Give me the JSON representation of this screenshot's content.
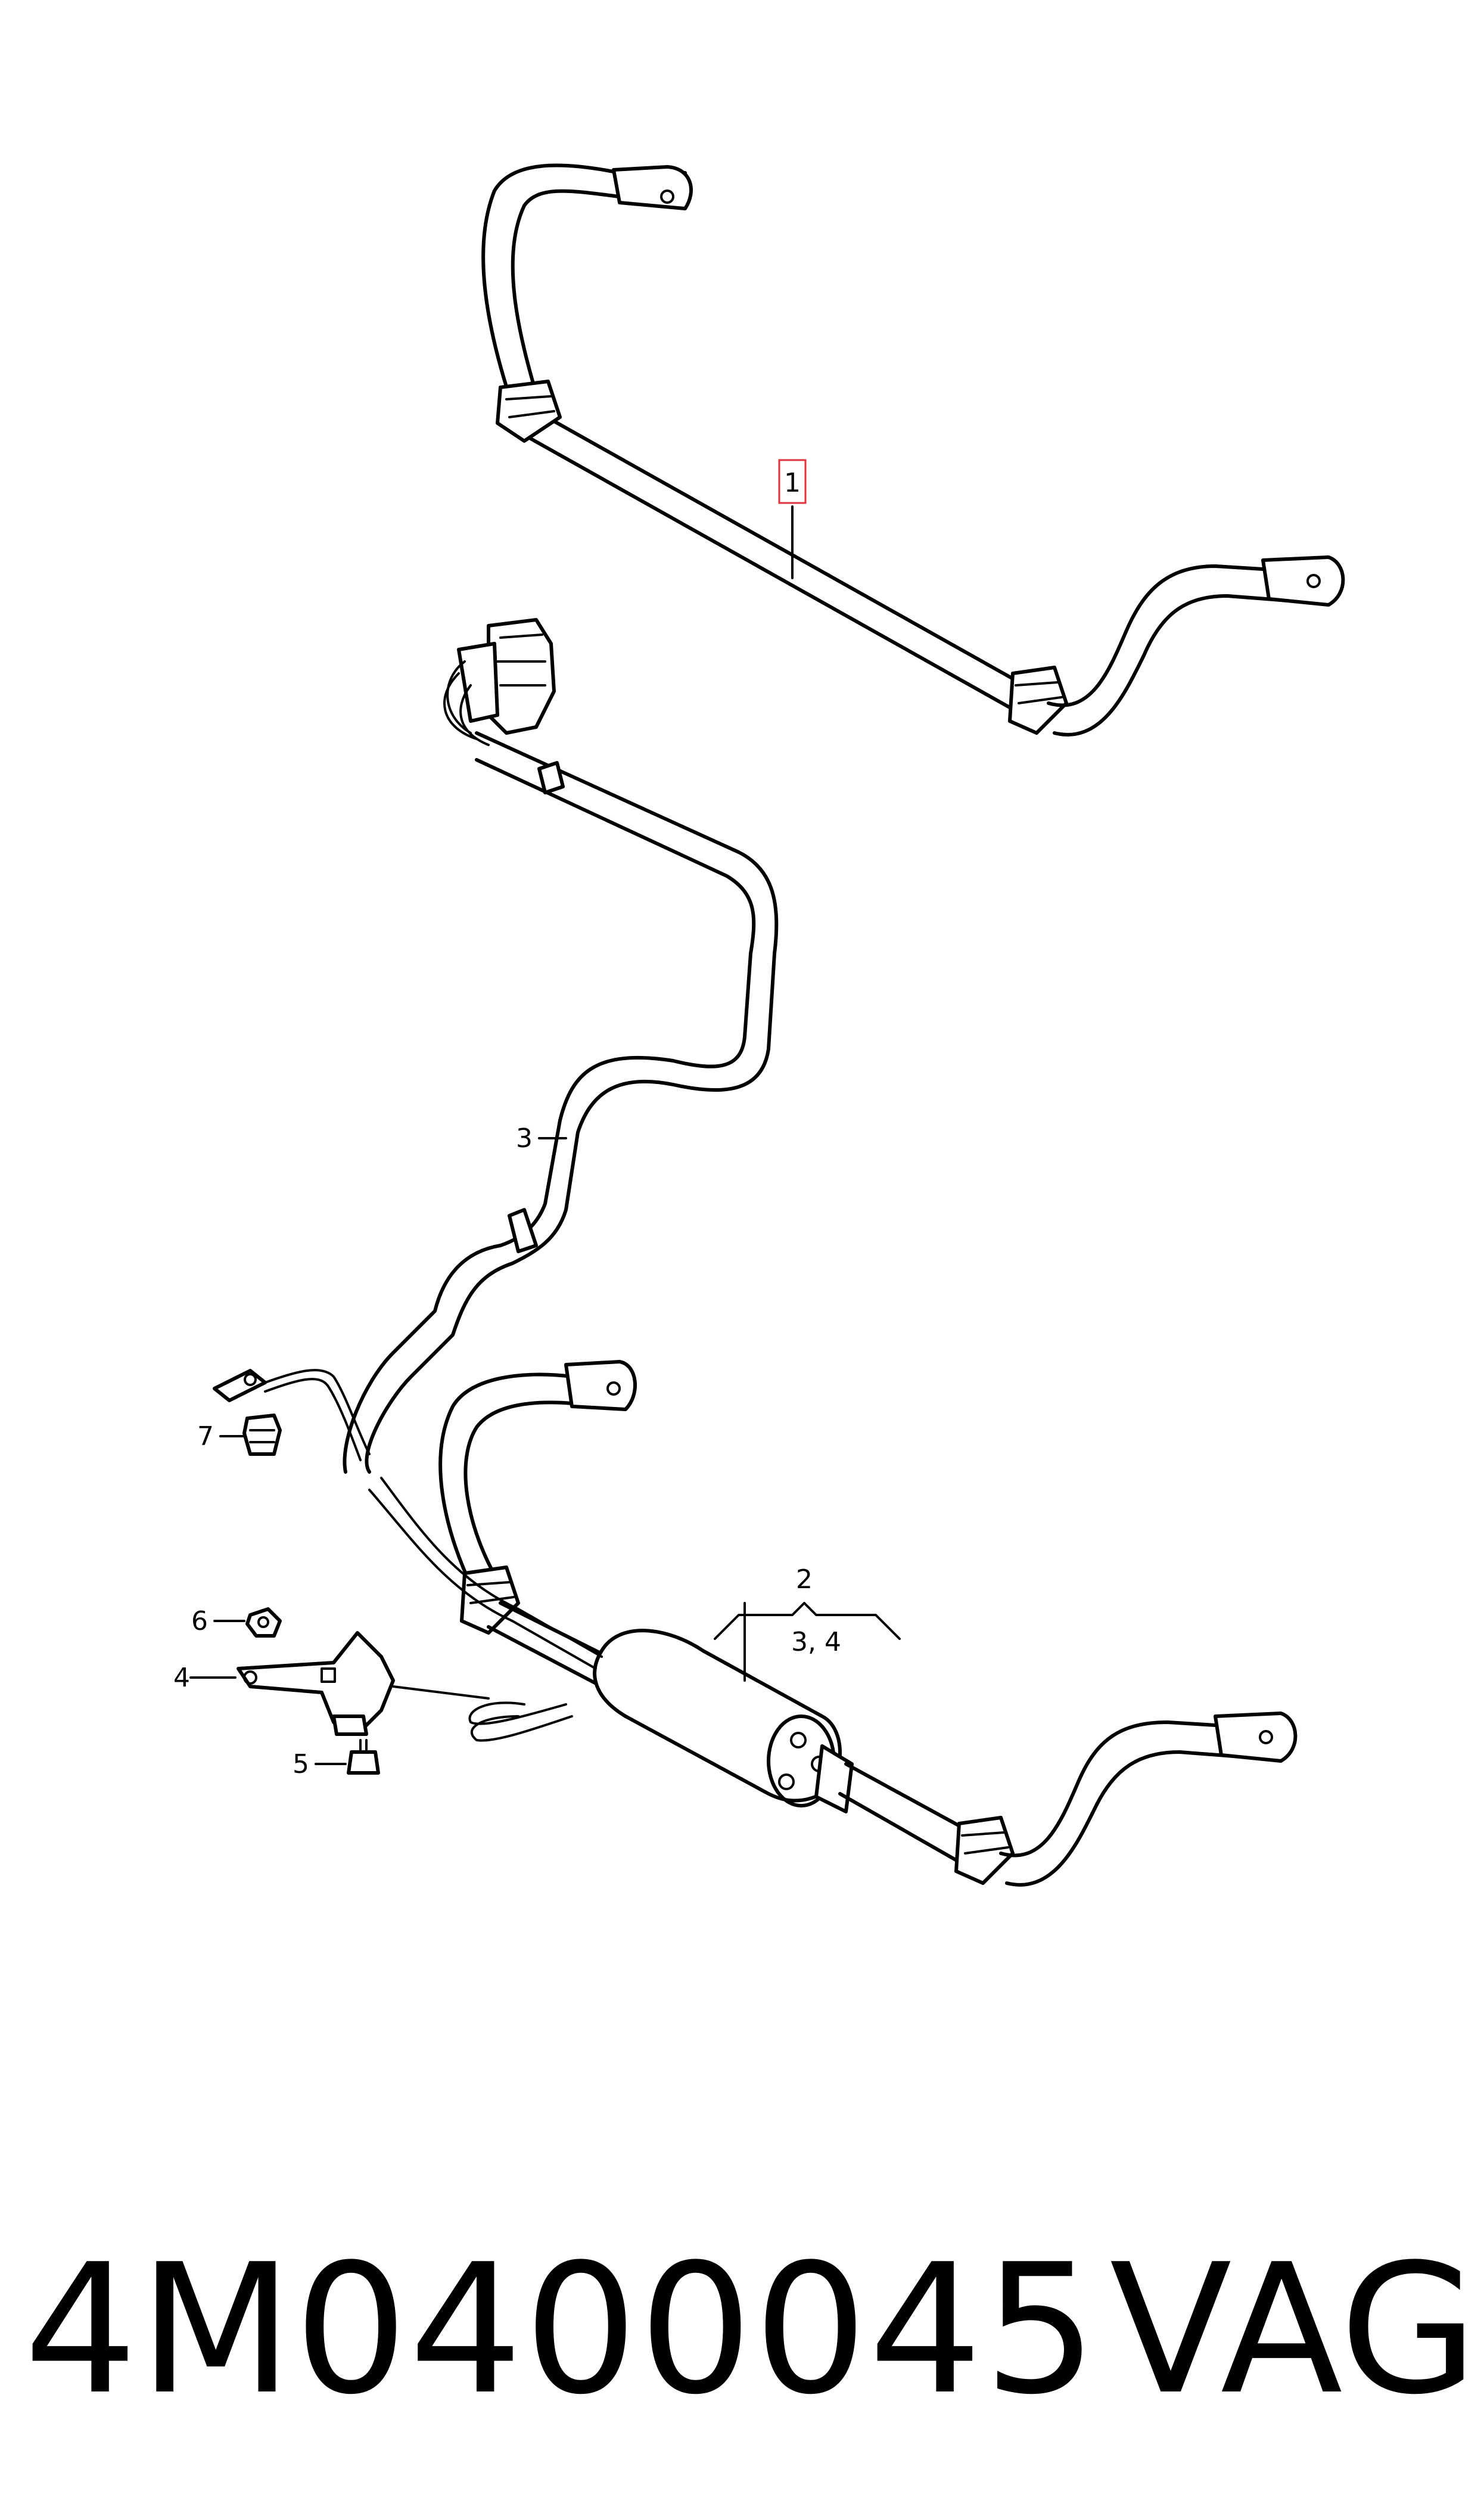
{
  "diagram": {
    "callouts": {
      "c1": "1",
      "c2": "2",
      "c2_sub": "3, 4",
      "c3": "3",
      "c4": "4",
      "c5": "5",
      "c6": "6",
      "c7": "7"
    },
    "highlight_color": "#e0323c"
  },
  "footer": {
    "part_number": "4M0400045",
    "brand": "VAG"
  }
}
